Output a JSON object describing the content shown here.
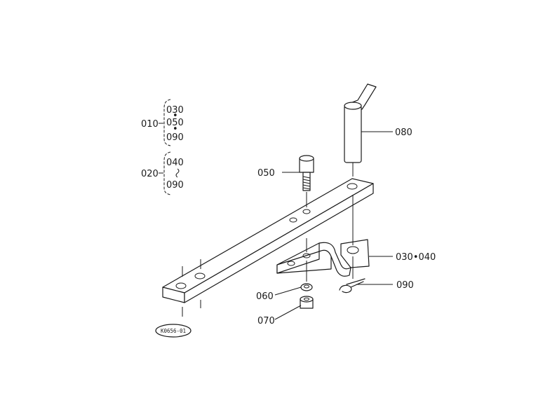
{
  "diagram": {
    "group_010": {
      "code": "010",
      "items": [
        "030",
        "050",
        "090"
      ]
    },
    "group_020": {
      "code": "020",
      "items": [
        "040",
        "090"
      ]
    },
    "callouts": {
      "p080": "080",
      "p050": "050",
      "p030_040": "030•040",
      "p060": "060",
      "p090": "090",
      "p070": "070"
    },
    "figure_code": "K0656-01"
  }
}
